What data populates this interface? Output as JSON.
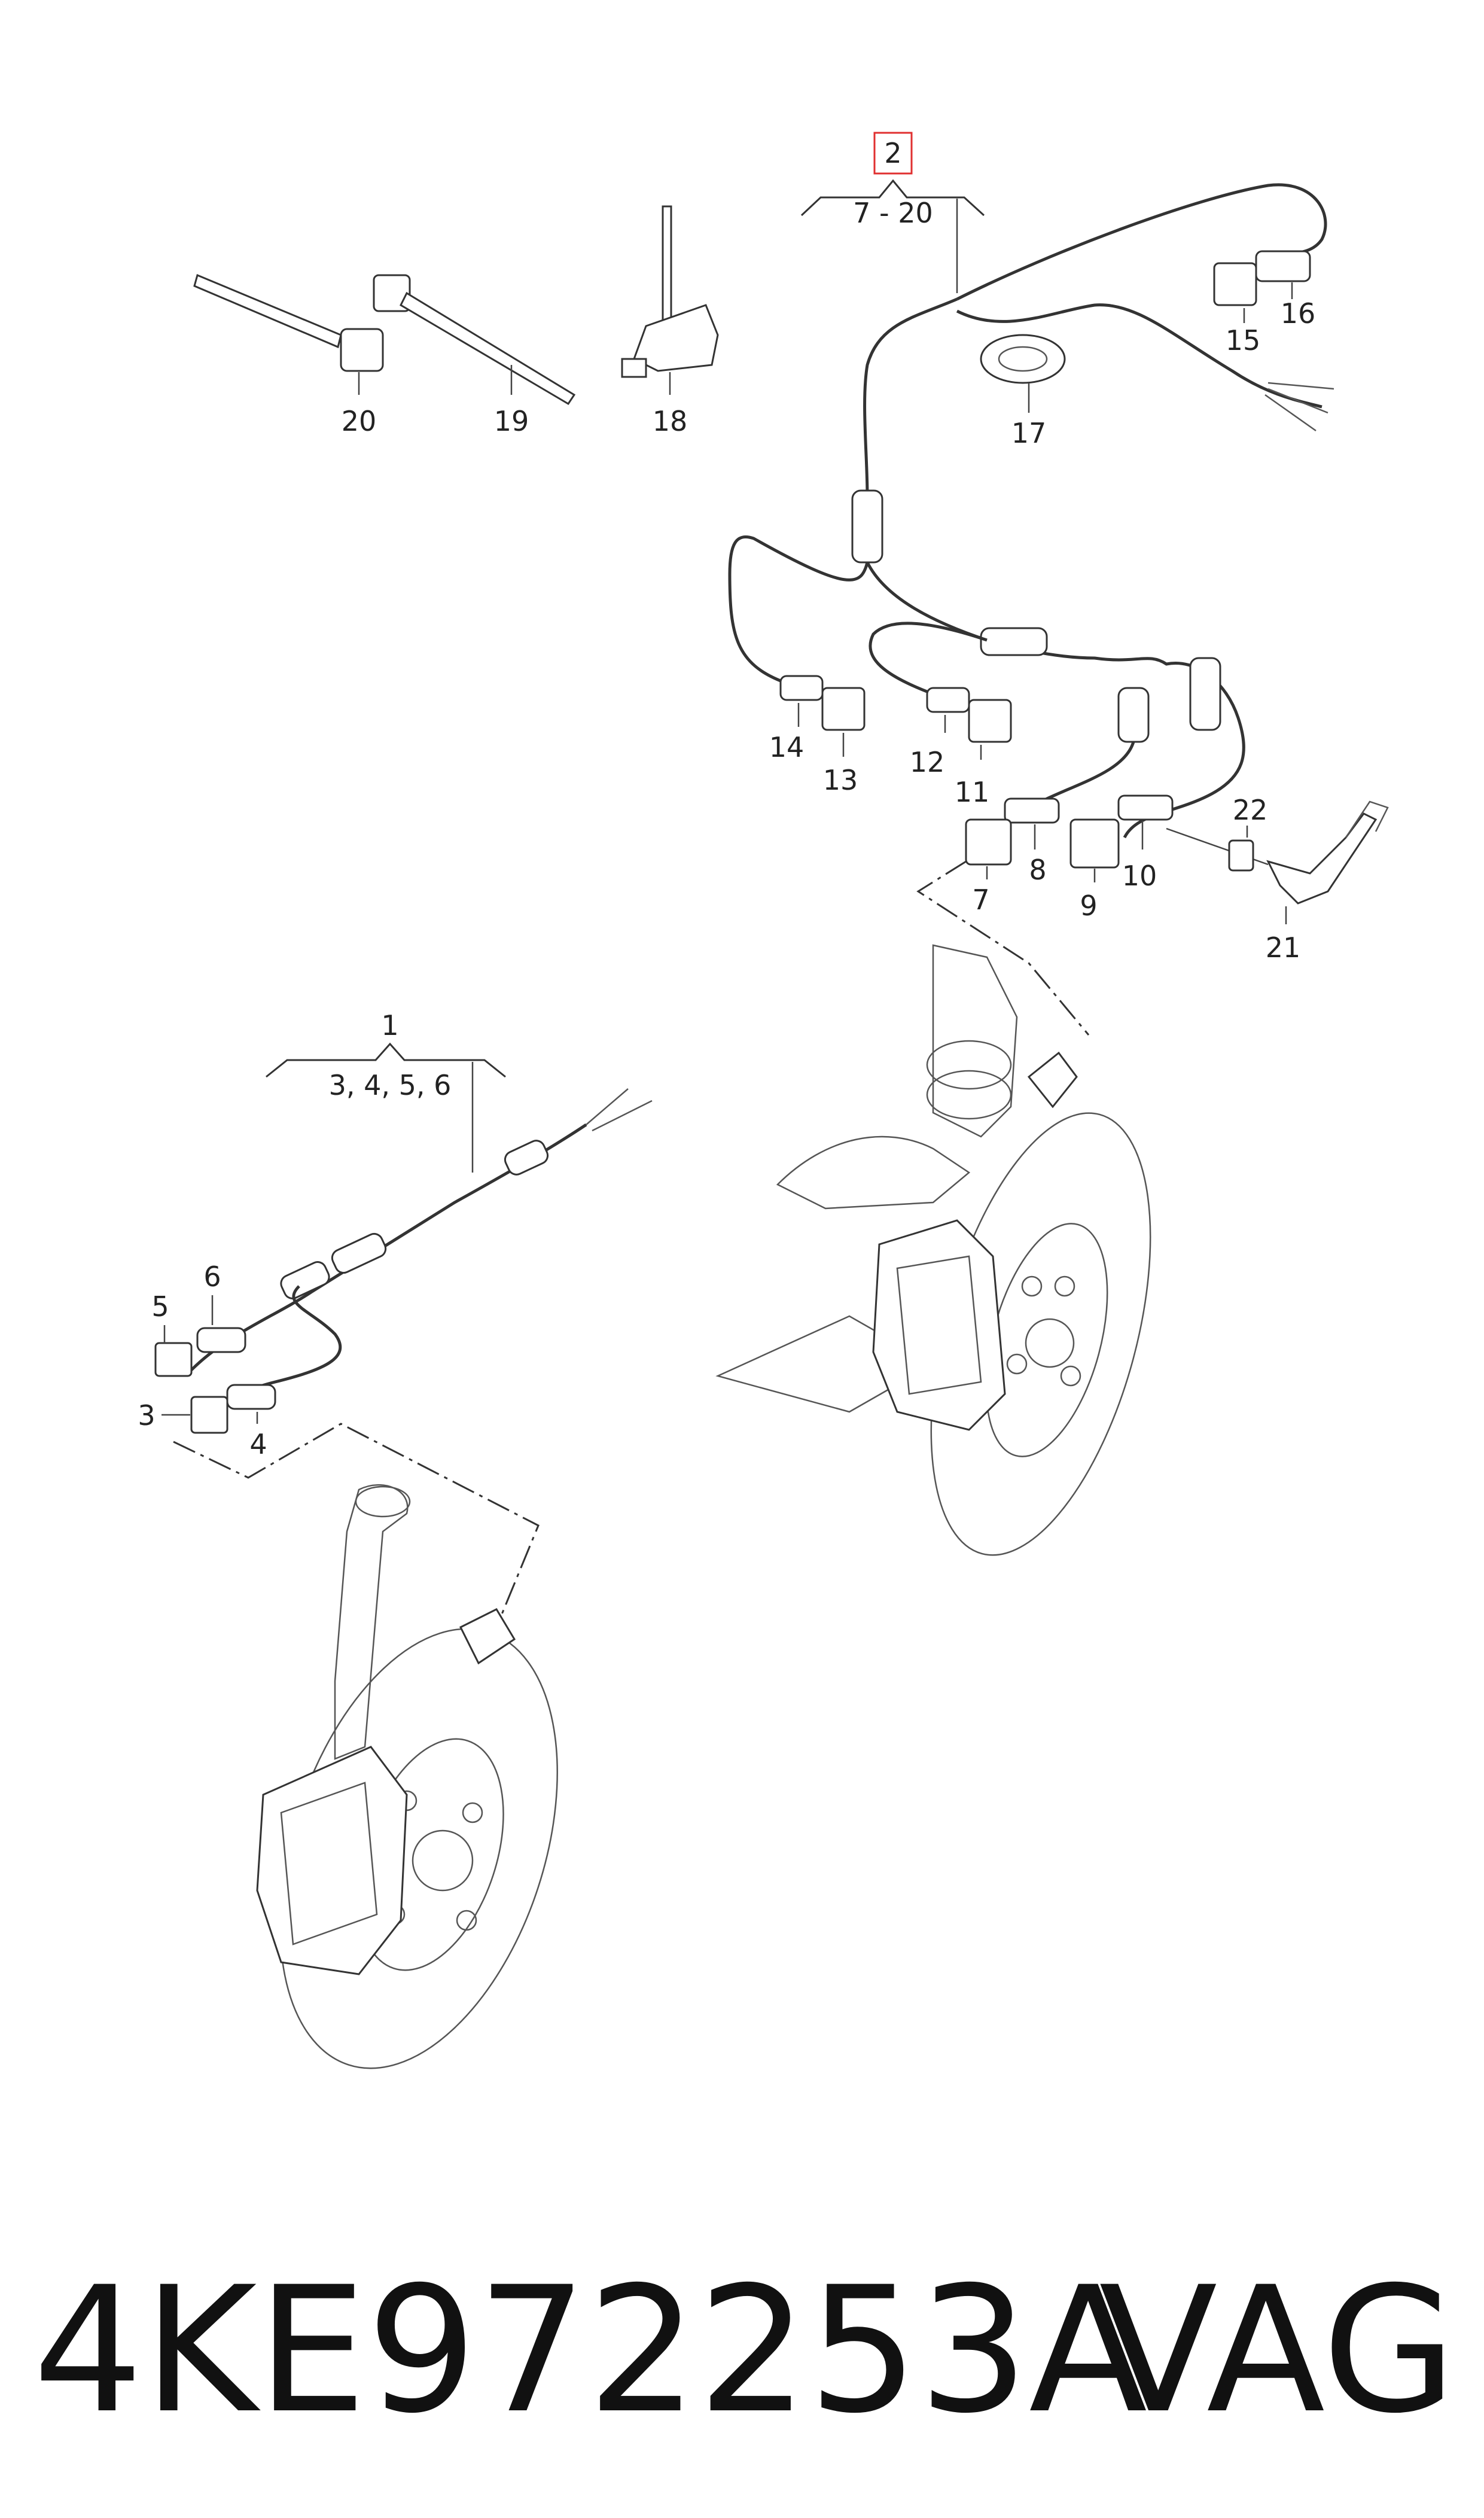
{
  "diagram": {
    "callouts": {
      "c1": "1",
      "c1_range": "3, 4, 5, 6",
      "c2": "2",
      "c2_range": "7 - 20",
      "c3": "3",
      "c4": "4",
      "c5": "5",
      "c6": "6",
      "c7": "7",
      "c8": "8",
      "c9": "9",
      "c10": "10",
      "c11": "11",
      "c12": "12",
      "c13": "13",
      "c14": "14",
      "c15": "15",
      "c16": "16",
      "c17": "17",
      "c18": "18",
      "c19": "19",
      "c20": "20",
      "c21": "21",
      "c22": "22"
    },
    "highlight_color": "#e03030"
  },
  "footer": {
    "part_number": "4KE972253A",
    "brand": "VAG"
  }
}
